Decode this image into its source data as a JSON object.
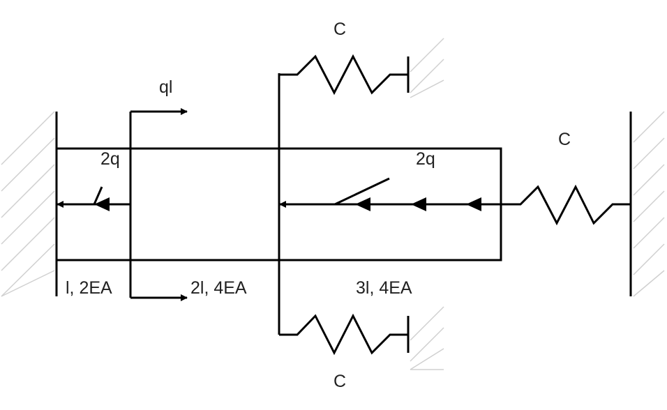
{
  "labels": {
    "spring_top": "C",
    "spring_right": "C",
    "spring_bottom": "C",
    "point_load": "ql",
    "dist_load_left": "2q",
    "dist_load_right": "2q",
    "segment_1": "l, 2EA",
    "segment_2": "2l, 4EA",
    "segment_3": "3l, 4EA"
  },
  "colors": {
    "line": "#000000",
    "hatch": "#d0d0d0",
    "text": "#222222"
  }
}
